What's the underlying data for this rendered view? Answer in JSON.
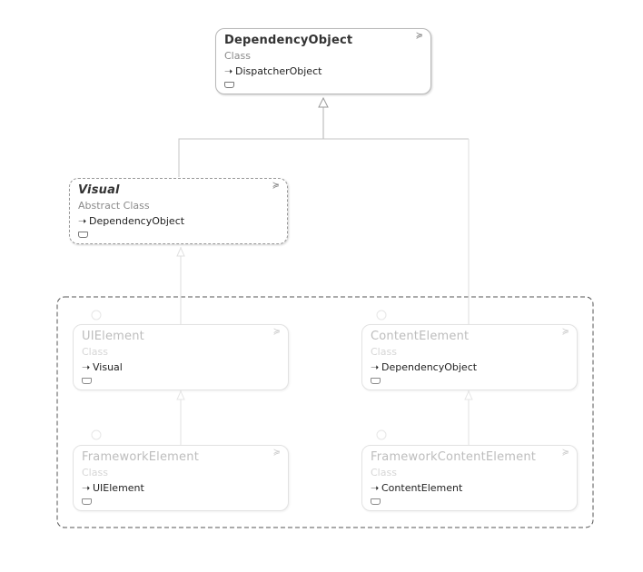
{
  "diagram": {
    "classes": [
      {
        "name": "DependencyObject",
        "kind": "Class",
        "base": "DispatcherObject",
        "style": "normal"
      },
      {
        "name": "Visual",
        "kind": "Abstract Class",
        "base": "DependencyObject",
        "style": "dashed"
      },
      {
        "name": "UIElement",
        "kind": "Class",
        "base": "Visual",
        "style": "faded"
      },
      {
        "name": "ContentElement",
        "kind": "Class",
        "base": "DependencyObject",
        "style": "faded"
      },
      {
        "name": "FrameworkElement",
        "kind": "Class",
        "base": "UIElement",
        "style": "faded"
      },
      {
        "name": "FrameworkContentElement",
        "kind": "Class",
        "base": "ContentElement",
        "style": "faded"
      }
    ],
    "expand_glyph": "≽",
    "inherit_glyph": "➝"
  },
  "colors": {
    "border": "#b8b8b8",
    "faded_border": "#e2e2e2",
    "connector": "#b0b0b0",
    "faded_connector": "#dddddd",
    "group_border": "#555555"
  }
}
